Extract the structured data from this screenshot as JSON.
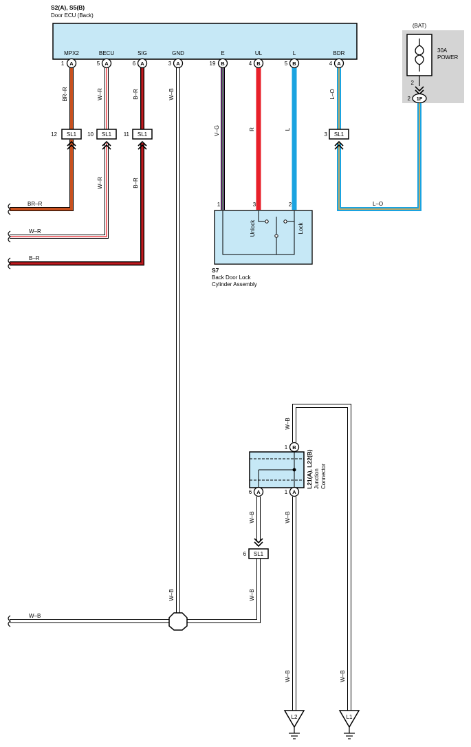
{
  "ecu": {
    "title": "S2(A), S5(B)",
    "subtitle": "Door ECU (Back)",
    "terminals": [
      {
        "name": "MPX2",
        "pin": "1",
        "conn": "A"
      },
      {
        "name": "BECU",
        "pin": "5",
        "conn": "A"
      },
      {
        "name": "SIG",
        "pin": "6",
        "conn": "A"
      },
      {
        "name": "GND",
        "pin": "3",
        "conn": "A"
      },
      {
        "name": "E",
        "pin": "19",
        "conn": "B"
      },
      {
        "name": "UL",
        "pin": "4",
        "conn": "B"
      },
      {
        "name": "L",
        "pin": "5",
        "conn": "B"
      },
      {
        "name": "BDR",
        "pin": "4",
        "conn": "A"
      }
    ]
  },
  "fuse": {
    "bat": "(BAT)",
    "rating": "30A",
    "name": "POWER",
    "pin_top": "2",
    "pin_bottom": "2",
    "conn": "1F"
  },
  "connectors_sl1": [
    {
      "pin": "12",
      "label": "SL1"
    },
    {
      "pin": "10",
      "label": "SL1"
    },
    {
      "pin": "11",
      "label": "SL1"
    },
    {
      "pin": "3",
      "label": "SL1"
    },
    {
      "pin": "6",
      "label": "SL1"
    }
  ],
  "wires": {
    "brr": "BR–R",
    "wr": "W–R",
    "br": "B–R",
    "wb": "W–B",
    "vg": "V–G",
    "r": "R",
    "l": "L",
    "lo": "L–O"
  },
  "switch": {
    "code": "S7",
    "name_line1": "Back Door Lock",
    "name_line2": "Cylinder Assembly",
    "unlock": "Unlock",
    "lock": "Lock",
    "pins": [
      "1",
      "3",
      "2"
    ]
  },
  "junction": {
    "code": "L21(A), L22(B)",
    "name_line1": "Junction",
    "name_line2": "Connector",
    "pin_top": "1",
    "conn_top": "B",
    "pin_left": "6",
    "conn_left": "A",
    "pin_right": "1",
    "conn_right": "A"
  },
  "grounds": [
    "L2",
    "L1"
  ],
  "colors": {
    "brown_red": "#c8501e",
    "red": "#e8202a",
    "blue": "#1aa3e0",
    "orange": "#f2a93c",
    "violet": "#8a3aa0",
    "green": "#3a9a3a",
    "darkred": "#7a1010",
    "box_fill": "#c6e8f6",
    "fuse_bg": "#d4d4d4"
  }
}
